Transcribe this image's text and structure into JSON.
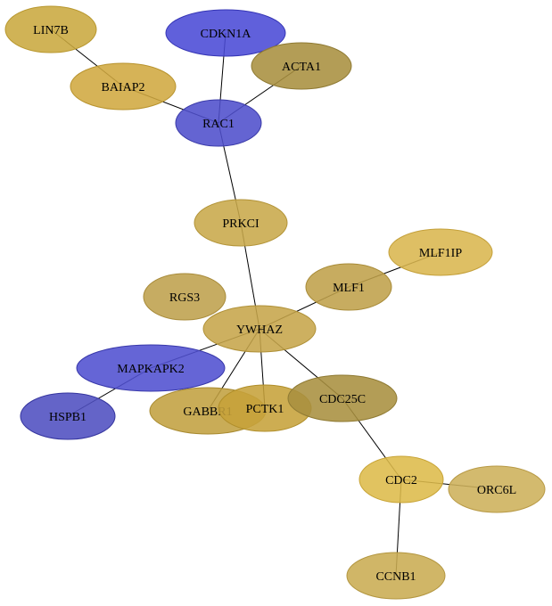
{
  "graph": {
    "nodes": [
      {
        "id": "LIN7B",
        "label": "LIN7B",
        "fill": "#c9a83f",
        "stroke": "#b8972e"
      },
      {
        "id": "CDKN1A",
        "label": "CDKN1A",
        "fill": "#4a4ad6",
        "stroke": "#3535b5"
      },
      {
        "id": "ACTA1",
        "label": "ACTA1",
        "fill": "#a88f3f",
        "stroke": "#8f7a33"
      },
      {
        "id": "BAIAP2",
        "label": "BAIAP2",
        "fill": "#d0a840",
        "stroke": "#b8932e"
      },
      {
        "id": "RAC1",
        "label": "RAC1",
        "fill": "#4f4fcc",
        "stroke": "#3a3aa8"
      },
      {
        "id": "PRKCI",
        "label": "PRKCI",
        "fill": "#c8a84a",
        "stroke": "#b39438"
      },
      {
        "id": "MLF1IP",
        "label": "MLF1IP",
        "fill": "#d9b64e",
        "stroke": "#c4a03a"
      },
      {
        "id": "MLF1",
        "label": "MLF1",
        "fill": "#bfa04a",
        "stroke": "#a88b38"
      },
      {
        "id": "RGS3",
        "label": "RGS3",
        "fill": "#bea04c",
        "stroke": "#a88b3a"
      },
      {
        "id": "YWHAZ",
        "label": "YWHAZ",
        "fill": "#c6a54a",
        "stroke": "#b09138"
      },
      {
        "id": "MAPKAPK2",
        "label": "MAPKAPK2",
        "fill": "#5050d0",
        "stroke": "#3838aa"
      },
      {
        "id": "HSPB1",
        "label": "HSPB1",
        "fill": "#4e4ec0",
        "stroke": "#36369f"
      },
      {
        "id": "GABBR1",
        "label": "GABBR1",
        "fill": "#c1a040",
        "stroke": "#a88a30"
      },
      {
        "id": "PCTK1",
        "label": "PCTK1",
        "fill": "#c6a23a",
        "stroke": "#b08e2a"
      },
      {
        "id": "CDC25C",
        "label": "CDC25C",
        "fill": "#a8903f",
        "stroke": "#8f7a33"
      },
      {
        "id": "CDC2",
        "label": "CDC2",
        "fill": "#ddbb4a",
        "stroke": "#c8a436"
      },
      {
        "id": "ORC6L",
        "label": "ORC6L",
        "fill": "#cdb05a",
        "stroke": "#b89a46"
      },
      {
        "id": "CCNB1",
        "label": "CCNB1",
        "fill": "#c9ac52",
        "stroke": "#b39640"
      }
    ],
    "edges": [
      [
        "LIN7B",
        "BAIAP2"
      ],
      [
        "BAIAP2",
        "RAC1"
      ],
      [
        "CDKN1A",
        "RAC1"
      ],
      [
        "ACTA1",
        "RAC1"
      ],
      [
        "RAC1",
        "PRKCI"
      ],
      [
        "PRKCI",
        "YWHAZ"
      ],
      [
        "MLF1IP",
        "MLF1"
      ],
      [
        "MLF1",
        "YWHAZ"
      ],
      [
        "YWHAZ",
        "MAPKAPK2"
      ],
      [
        "YWHAZ",
        "GABBR1"
      ],
      [
        "YWHAZ",
        "PCTK1"
      ],
      [
        "YWHAZ",
        "CDC25C"
      ],
      [
        "MAPKAPK2",
        "HSPB1"
      ],
      [
        "CDC25C",
        "CDC2"
      ],
      [
        "CDC2",
        "ORC6L"
      ],
      [
        "CDC2",
        "CCNB1"
      ]
    ]
  }
}
